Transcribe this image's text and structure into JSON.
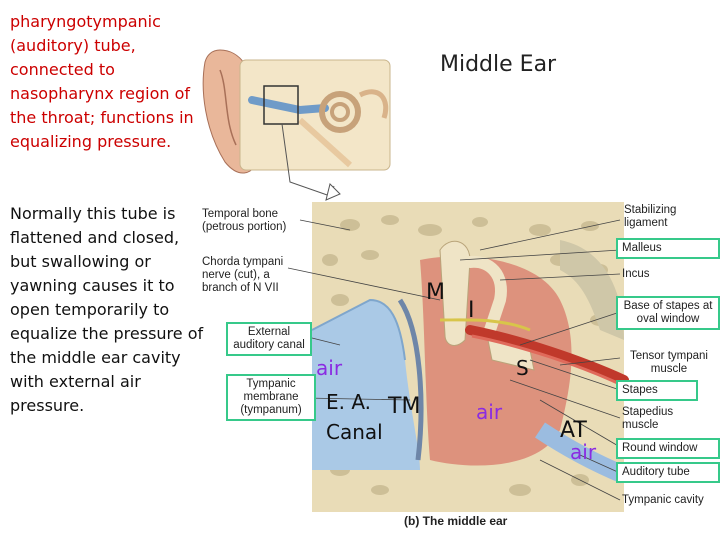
{
  "intro_text": "pharyngotympanic (auditory) tube, connected to nasopharynx region of the throat; functions in equalizing pressure.",
  "body_text": "Normally this tube is flattened and closed, but swallowing or yawning causes it to open temporarily to equalize the pressure of the middle ear cavity with external air pressure.",
  "title": "Middle Ear",
  "left_labels": {
    "temporal_bone": "Temporal bone (petrous portion)",
    "chorda_tympani": "Chorda tympani nerve (cut), a branch of N VII",
    "external_canal": "External auditory canal",
    "tympanic_membrane": "Tympanic membrane (tympanum)"
  },
  "right_labels": {
    "stabilizing_ligament": "Stabilizing ligament",
    "malleus": "Malleus",
    "incus": "Incus",
    "base_of_stapes": "Base of stapes at oval window",
    "tensor_tympani": "Tensor tympani muscle",
    "stapes": "Stapes",
    "stapedius": "Stapedius muscle",
    "round_window": "Round window",
    "auditory_tube": "Auditory tube",
    "tympanic_cavity": "Tympanic cavity"
  },
  "annotations": {
    "m": "M",
    "i": "I",
    "s": "S",
    "air_left": "air",
    "air_middle": "air",
    "air_right": "air",
    "ea_line1": "E. A.",
    "ea_line2": "Canal",
    "tm": "TM",
    "at": "AT"
  },
  "caption": "(b) The middle ear",
  "colors": {
    "intro_text": "#cc0000",
    "box_border": "#36c98a",
    "annotation_purple": "#8a2be2",
    "bone": "#e9dcb7",
    "canal": "#aac9e6",
    "muscle": "#c0392b"
  }
}
